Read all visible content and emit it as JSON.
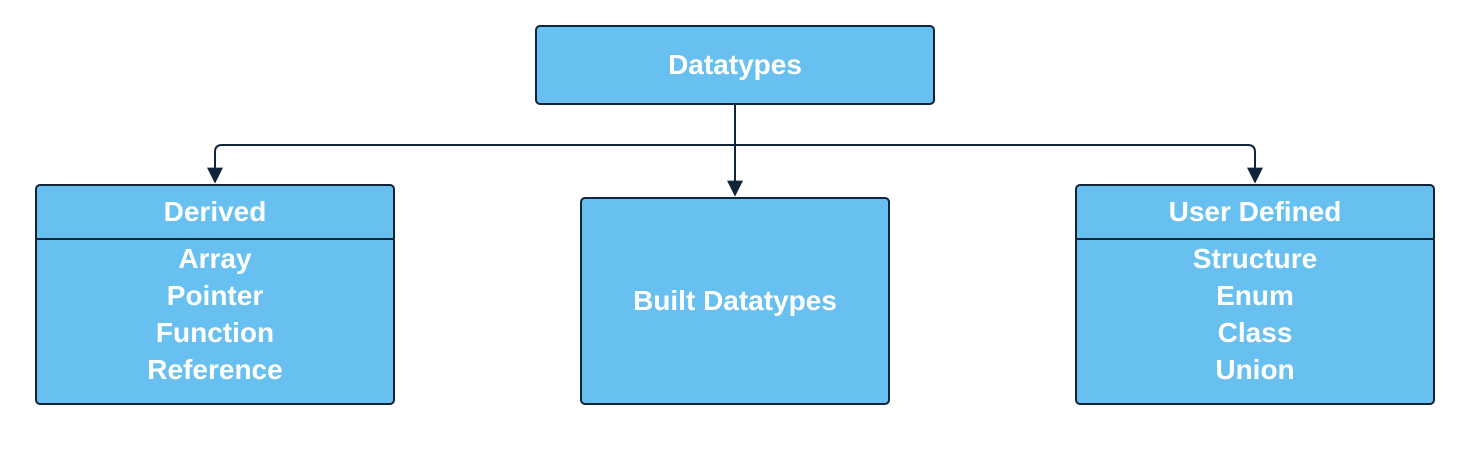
{
  "colors": {
    "box_fill": "#68c0f0",
    "box_border": "#10253a",
    "text": "#ffffff",
    "connector": "#10253a"
  },
  "root": {
    "label": "Datatypes"
  },
  "children": {
    "derived": {
      "title": "Derived",
      "items": [
        "Array",
        "Pointer",
        "Function",
        "Reference"
      ]
    },
    "built": {
      "label": "Built Datatypes"
    },
    "user_defined": {
      "title": "User Defined",
      "items": [
        "Structure",
        "Enum",
        "Class",
        "Union"
      ]
    }
  }
}
